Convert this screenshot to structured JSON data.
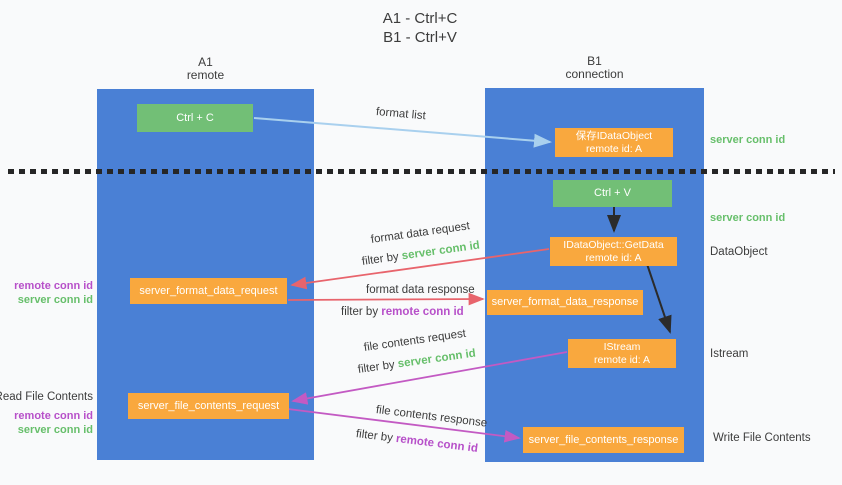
{
  "title": {
    "line1": "A1 - Ctrl+C",
    "line2": "B1 - Ctrl+V"
  },
  "lifelines": {
    "a1": {
      "name": "A1",
      "role": "remote"
    },
    "b1": {
      "name": "B1",
      "role": "connection"
    }
  },
  "nodes": {
    "ctrl_c": {
      "label": "Ctrl + C"
    },
    "ctrl_v": {
      "label": "Ctrl + V"
    },
    "save_dataobject": {
      "line1": "保存IDataObject",
      "line2": "remote id: A"
    },
    "getdata": {
      "line1": "IDataObject::GetData",
      "line2": "remote id: A"
    },
    "istream": {
      "line1": "IStream",
      "line2": "remote id: A"
    },
    "server_format_data_request": {
      "label": "server_format_data_request"
    },
    "server_format_data_response": {
      "label": "server_format_data_response"
    },
    "server_file_contents_request": {
      "label": "server_file_contents_request"
    },
    "server_file_contents_response": {
      "label": "server_file_contents_response"
    }
  },
  "arrows": {
    "format_list": {
      "label": "format list"
    },
    "format_data_request": {
      "label": "format data request",
      "filter_prefix": "filter by ",
      "filter_key": "server conn id"
    },
    "format_data_response": {
      "label": "format data response",
      "filter_prefix": "filter by ",
      "filter_key": "remote conn id"
    },
    "file_contents_request": {
      "label": "file contents request",
      "filter_prefix": "filter by ",
      "filter_key": "server conn id"
    },
    "file_contents_response": {
      "label": "file contents response",
      "filter_prefix": "filter by ",
      "filter_key": "remote conn id"
    }
  },
  "annotations": {
    "right": {
      "server_conn_id_top": "server conn id",
      "server_conn_id_mid": "server conn id",
      "dataobject": "DataObject",
      "istream": "Istream",
      "write_file_contents": "Write File Contents"
    },
    "left": {
      "format_remote_conn_id": "remote conn id",
      "format_server_conn_id": "server conn id",
      "read_file_contents": "Read File Contents",
      "file_remote_conn_id": "remote conn id",
      "file_server_conn_id": "server conn id"
    }
  },
  "colors": {
    "lifeline_blue": "#4a80d5",
    "node_green": "#72bf76",
    "node_orange": "#f9a83e",
    "arrow_red": "#e8646c",
    "arrow_magenta": "#c35ac3",
    "arrow_lightblue": "#a9d0ee",
    "arrow_black": "#2b2b2b",
    "text_green": "#67bf6b",
    "text_purple": "#b750c9",
    "text_dark": "#3c3c3c"
  }
}
